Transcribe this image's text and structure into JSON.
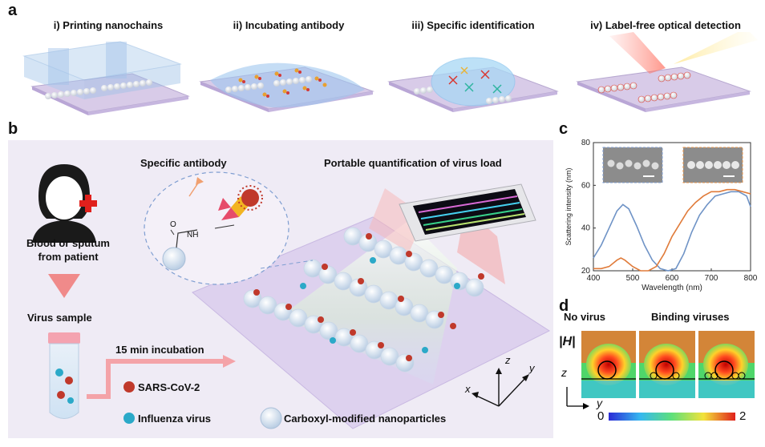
{
  "panel_a": {
    "letter": "a",
    "steps": [
      {
        "title": "i) Printing nanochains"
      },
      {
        "title": "ii) Incubating antibody"
      },
      {
        "title": "iii) Specific identification"
      },
      {
        "title": "iv) Label-free optical detection"
      }
    ]
  },
  "panel_b": {
    "letter": "b",
    "patient_label_line1": "Blood or sputum",
    "patient_label_line2": "from patient",
    "virus_sample": "Virus sample",
    "incubation": "15 min incubation",
    "specific_antibody": "Specific antibody",
    "portable": "Portable quantification of virus load",
    "linker_o": "O",
    "linker_nh": "NH",
    "legend": {
      "sars": "SARS-CoV-2",
      "flu": "Influenza virus",
      "np": "Carboxyl-modified nanoparticles"
    },
    "axes": {
      "z": "z",
      "y": "y",
      "x": "x"
    },
    "colors": {
      "sars": "#c0392b",
      "flu": "#2ba9c8",
      "np": "#dbe7f3",
      "cross": "#e0201c"
    }
  },
  "panel_c": {
    "letter": "c",
    "chart_data": {
      "type": "line",
      "xlabel": "Wavelength (nm)",
      "ylabel": "Scattering intensity (nm)",
      "xlim": [
        400,
        800
      ],
      "ylim": [
        20,
        80
      ],
      "x_ticks": [
        "400",
        "500",
        "600",
        "700",
        "800"
      ],
      "y_ticks": [
        "20",
        "40",
        "60",
        "80"
      ],
      "series": [
        {
          "color": "#6f93c6",
          "x": [
            400,
            420,
            440,
            460,
            475,
            490,
            510,
            530,
            550,
            570,
            590,
            610,
            630,
            650,
            670,
            690,
            710,
            730,
            750,
            770,
            790,
            800
          ],
          "y": [
            26,
            32,
            40,
            48,
            51,
            49,
            41,
            32,
            25,
            21,
            20,
            21,
            28,
            38,
            46,
            51,
            55,
            56,
            57,
            57,
            55,
            50
          ]
        },
        {
          "color": "#e07b3a",
          "x": [
            400,
            420,
            440,
            460,
            470,
            480,
            500,
            520,
            540,
            560,
            580,
            600,
            620,
            640,
            660,
            680,
            700,
            720,
            740,
            760,
            780,
            800
          ],
          "y": [
            21,
            21,
            22,
            25,
            26,
            25,
            22,
            20,
            20,
            22,
            28,
            36,
            42,
            48,
            52,
            55,
            57,
            57,
            58,
            58,
            57,
            56
          ]
        }
      ]
    }
  },
  "panel_d": {
    "letter": "d",
    "no_virus": "No virus",
    "binding": "Binding viruses",
    "h_label": "|H|",
    "z": "z",
    "y": "y",
    "scale_min": "0",
    "scale_max": "2"
  }
}
